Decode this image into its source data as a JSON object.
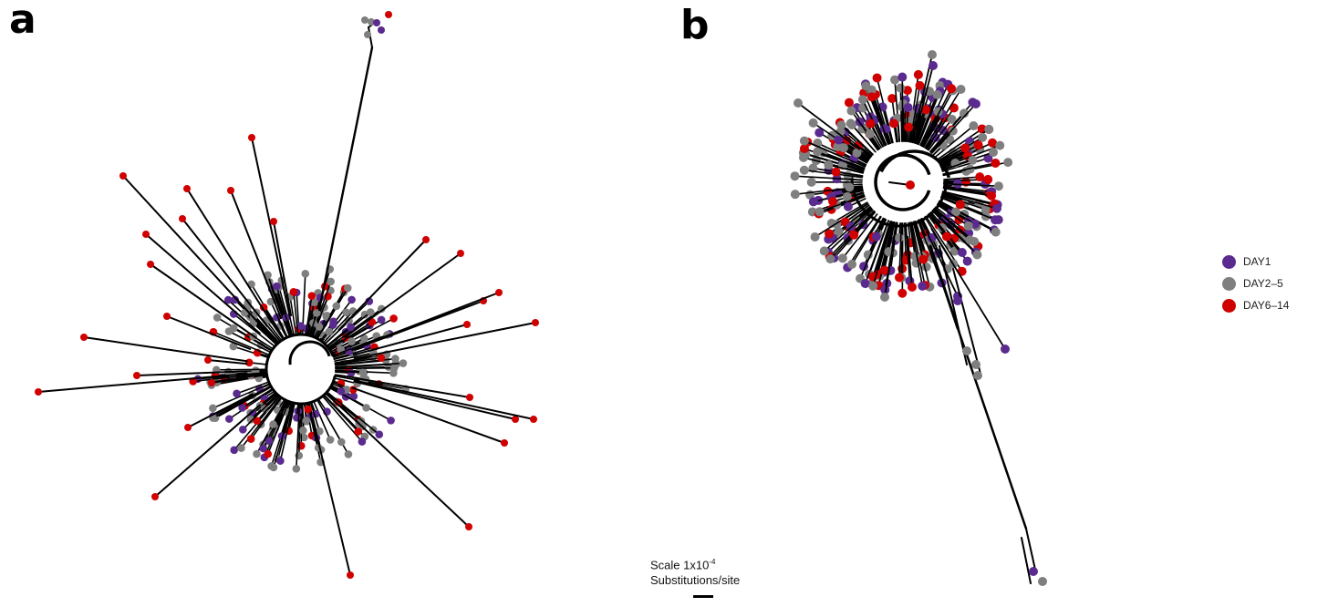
{
  "panels": {
    "a": "a",
    "b": "b"
  },
  "legend": [
    {
      "label": "DAY1",
      "color": "#5a2a8f"
    },
    {
      "label": "DAY2–5",
      "color": "#7f7f7f"
    },
    {
      "label": "DAY6–14",
      "color": "#d00000"
    }
  ],
  "scale": {
    "prefix": "Scale 1x10",
    "exponent": "-4",
    "units": "Substitutions/site"
  }
}
